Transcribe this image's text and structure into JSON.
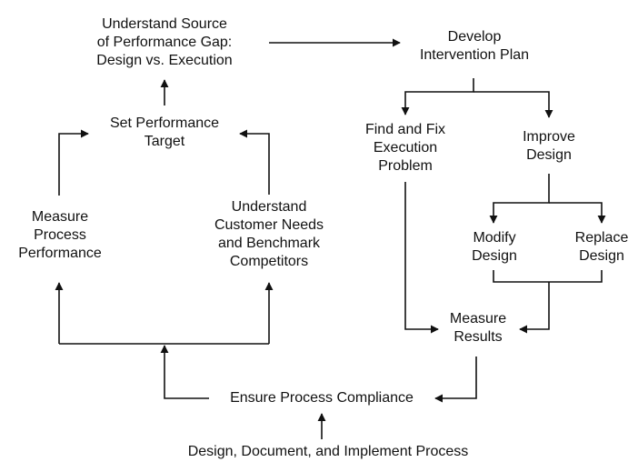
{
  "nodes": {
    "understand_gap": [
      "Understand Source",
      "of Performance Gap:",
      "Design vs. Execution"
    ],
    "develop_plan": [
      "Develop",
      "Intervention Plan"
    ],
    "set_target": [
      "Set Performance",
      "Target"
    ],
    "find_fix": [
      "Find and Fix",
      "Execution",
      "Problem"
    ],
    "improve_design": [
      "Improve",
      "Design"
    ],
    "measure_process": [
      "Measure",
      "Process",
      "Performance"
    ],
    "understand_customer": [
      "Understand",
      "Customer Needs",
      "and Benchmark",
      "Competitors"
    ],
    "modify_design": [
      "Modify",
      "Design"
    ],
    "replace_design": [
      "Replace",
      "Design"
    ],
    "measure_results": [
      "Measure",
      "Results"
    ],
    "ensure_compliance": [
      "Ensure Process Compliance"
    ],
    "design_document": [
      "Design, Document, and Implement Process"
    ]
  },
  "colors": {
    "ink": "#111111",
    "background": "#ffffff"
  }
}
